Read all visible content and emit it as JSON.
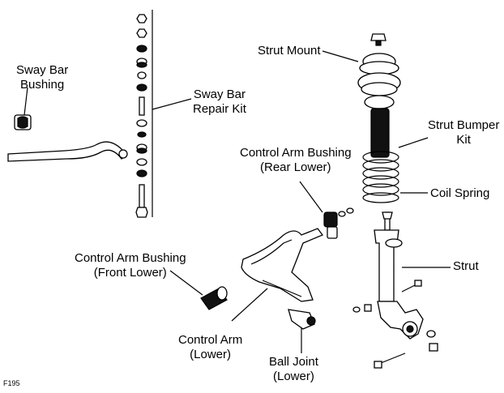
{
  "labels": {
    "sway_bar_bushing": [
      "Sway Bar",
      "Bushing"
    ],
    "sway_bar_repair_kit": [
      "Sway Bar",
      "Repair Kit"
    ],
    "strut_mount": "Strut Mount",
    "control_arm_bushing_rear": [
      "Control Arm Bushing",
      "(Rear Lower)"
    ],
    "strut_bumper_kit": [
      "Strut Bumper",
      "Kit"
    ],
    "coil_spring": "Coil Spring",
    "control_arm_bushing_front": [
      "Control Arm Bushing",
      "(Front Lower)"
    ],
    "strut": "Strut",
    "control_arm": [
      "Control Arm",
      "(Lower)"
    ],
    "ball_joint": [
      "Ball Joint",
      "(Lower)"
    ]
  },
  "figure_code": "F195"
}
